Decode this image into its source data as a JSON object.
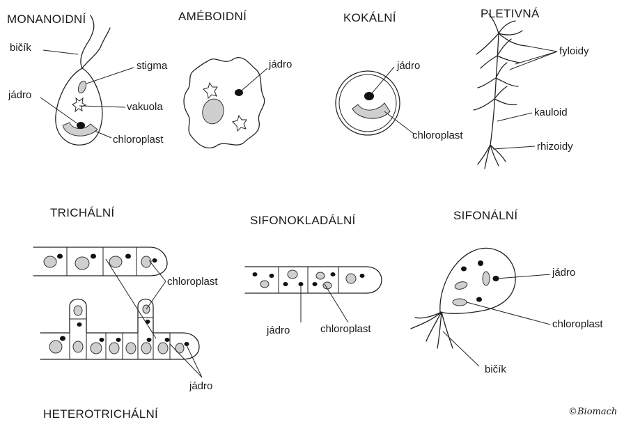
{
  "titles": {
    "monanoidni": "MONANOIDNÍ",
    "ameboidni": "AMÉBOIDNÍ",
    "kokalni": "KOKÁLNÍ",
    "pletivna": "PLETIVNÁ",
    "trichalni": "TRICHÁLNÍ",
    "sifonokladalni": "SIFONOKLADÁLNÍ",
    "sifonalni": "SIFONÁLNÍ",
    "heterotrichalni": "HETEROTRICHÁLNÍ"
  },
  "labels": {
    "monanoidni": {
      "bicik": "bičík",
      "stigma": "stigma",
      "jadro": "jádro",
      "vakuola": "vakuola",
      "chloroplast": "chloroplast"
    },
    "ameboidni": {
      "jadro": "jádro"
    },
    "kokalni": {
      "jadro": "jádro",
      "chloroplast": "chloroplast"
    },
    "pletivna": {
      "fyloidy": "fyloidy",
      "kauloid": "kauloid",
      "rhizoidy": "rhizoidy"
    },
    "trichalni": {
      "chloroplast": "chloroplast",
      "jadro": "jádro"
    },
    "sifonokladalni": {
      "jadro": "jádro",
      "chloroplast": "chloroplast"
    },
    "sifonalni": {
      "jadro": "jádro",
      "chloroplast": "chloroplast",
      "bicik": "bičík"
    }
  },
  "copyright": "©Biomach"
}
